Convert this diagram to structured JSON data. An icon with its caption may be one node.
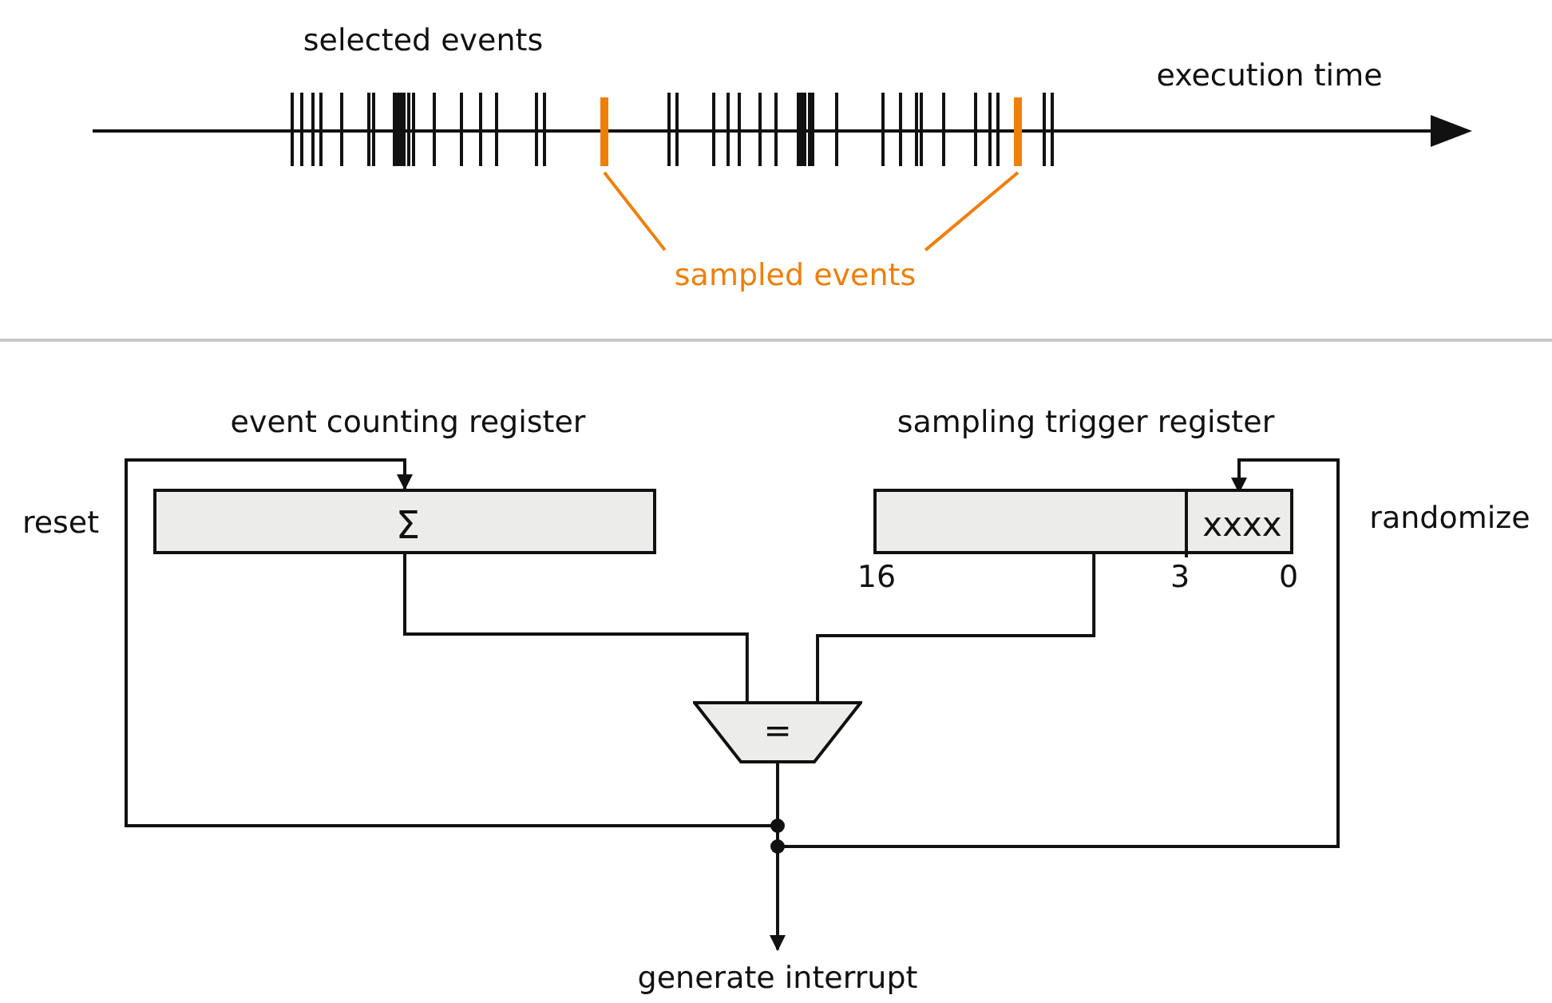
{
  "diagram": {
    "nodes": [
      {
        "text": [
          "sampled events"
        ]
      },
      {
        "text": [],
        "shape": "bar"
      },
      {
        "text": [],
        "shape": "bar"
      },
      {
        "text": [
          "event counting register",
          "Σ"
        ]
      },
      {
        "text": [
          "sampling trigger register"
        ]
      },
      {
        "text": [
          "xxxx"
        ],
        "in": 4
      },
      {
        "text": [
          "="
        ]
      },
      {
        "text": [
          "generate interrupt"
        ]
      }
    ],
    "edges": [
      {
        "from": 0,
        "to": 1,
        "arrow": "none",
        "color": "#f07f0a"
      },
      {
        "from": 0,
        "to": 2,
        "arrow": "none",
        "color": "#f07f0a"
      },
      {
        "from": 3,
        "to": 6,
        "arrow": "none"
      },
      {
        "from": 4,
        "to": 6,
        "arrow": "none"
      },
      {
        "from": 6,
        "to": 7,
        "arrow": "to"
      },
      {
        "from": 6,
        "to": 3,
        "arrow": "to",
        "label": "reset"
      },
      {
        "from": 6,
        "to": 5,
        "arrow": "to",
        "label": "randomize"
      }
    ],
    "labels": [
      "selected events",
      "execution time",
      "16",
      "3",
      "0"
    ]
  }
}
